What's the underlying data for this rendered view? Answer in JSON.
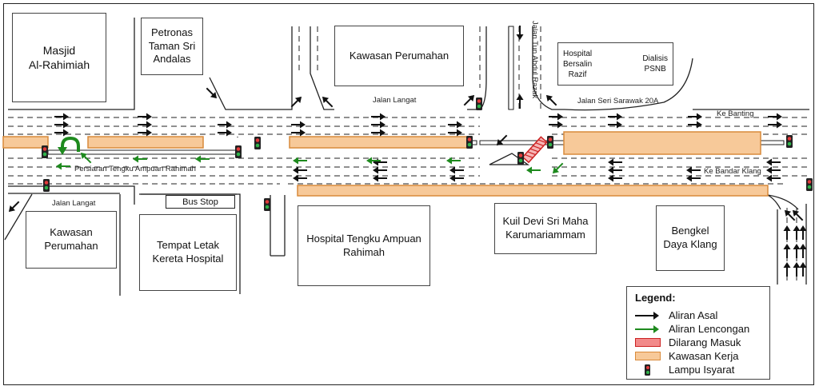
{
  "buildings": {
    "masjid": "Masjid\nAl-Rahimiah",
    "petronas": "Petronas\nTaman Sri\nAndalas",
    "kawasan_perumahan_top": "Kawasan Perumahan",
    "hospital_bersalin": "Hospital\nBersalin\nRazif",
    "dialisis": "Dialisis\nPSNB",
    "kawasan_perumahan_left": "Kawasan\nPerumahan",
    "tempat_letak": "Tempat Letak\nKereta Hospital",
    "hospital_tengku": "Hospital Tengku Ampuan\nRahimah",
    "kuil": "Kuil Devi Sri Maha\nKarumariammam",
    "bengkel": "Bengkel\nDaya Klang"
  },
  "roads": {
    "jalan_langat_top": "Jalan Langat",
    "jalan_langat_left": "Jalan Langat",
    "jalan_seri_sarawak": "Jalan Seri Sarawak 20A",
    "jalan_tun_abdul_razak": "Jalan Tun Abdul Razak",
    "ke_banting": "Ke Banting",
    "ke_bandar_klang": "Ke  Bandar Klang",
    "persiaran": "Persiaran Tengku Ampuan Rahimah"
  },
  "bus_stop": "Bus Stop",
  "legend": {
    "title": "Legend:",
    "items": [
      {
        "symbol": "black-arrow",
        "label": "Aliran Asal"
      },
      {
        "symbol": "green-arrow",
        "label": "Aliran Lencongan"
      },
      {
        "symbol": "red-hatched-bar",
        "label": "Dilarang Masuk"
      },
      {
        "symbol": "orange-bar",
        "label": "Kawasan Kerja"
      },
      {
        "symbol": "traffic-light",
        "label": "Lampu Isyarat"
      }
    ]
  },
  "colors": {
    "original_flow": "#111111",
    "diversion_flow": "#1e8a1e",
    "no_entry": "#e05050",
    "work_zone_fill": "#f7c999",
    "work_zone_edge": "#d98a3a"
  }
}
